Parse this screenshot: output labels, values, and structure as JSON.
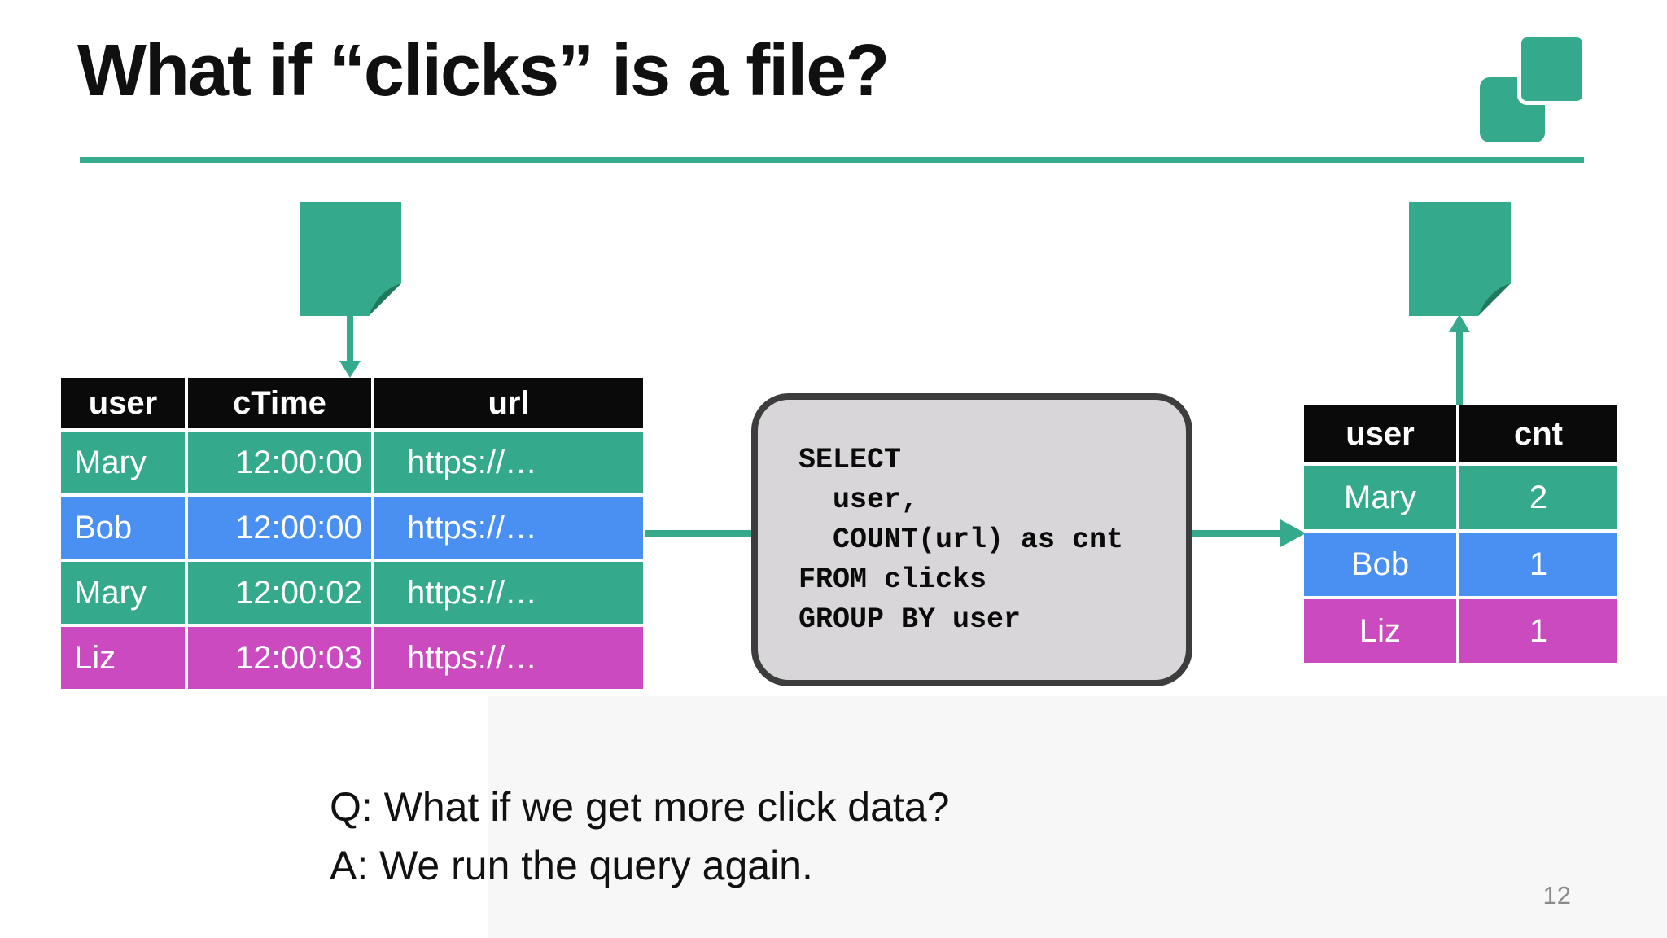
{
  "slide": {
    "title": "What if “clicks” is a file?",
    "question": "Q: What if we get more click data?",
    "answer": "A: We run the query again.",
    "page_number": "12"
  },
  "colors": {
    "teal": "#35a98c",
    "blue": "#4a90f2",
    "magenta": "#cc4ac0",
    "header_bg": "#0a0a0a",
    "fold_dark": "#20795f",
    "accent_line": "#35a98c",
    "sql_box_bg": "#d8d6d8",
    "sql_box_border": "#3d3d3d"
  },
  "icons": {
    "logo": "overlapping-squares-icon",
    "file_left": "file-icon",
    "file_right": "file-icon",
    "arrow_down": "arrow-down-icon",
    "arrow_up": "arrow-up-icon",
    "arrow_right": "arrow-right-icon"
  },
  "clicks_table": {
    "columns": [
      "user",
      "cTime",
      "url"
    ],
    "rows": [
      {
        "color": "teal",
        "cells": [
          "Mary",
          "12:00:00",
          "https://…"
        ]
      },
      {
        "color": "blue",
        "cells": [
          "Bob",
          "12:00:00",
          "https://…"
        ]
      },
      {
        "color": "teal",
        "cells": [
          "Mary",
          "12:00:02",
          "https://…"
        ]
      },
      {
        "color": "magenta",
        "cells": [
          "Liz",
          "12:00:03",
          "https://…"
        ]
      }
    ]
  },
  "result_table": {
    "columns": [
      "user",
      "cnt"
    ],
    "rows": [
      {
        "color": "teal",
        "cells": [
          "Mary",
          "2"
        ]
      },
      {
        "color": "blue",
        "cells": [
          "Bob",
          "1"
        ]
      },
      {
        "color": "magenta",
        "cells": [
          "Liz",
          "1"
        ]
      }
    ]
  },
  "sql_query": {
    "lines": [
      "SELECT",
      "  user,",
      "  COUNT(url) as cnt",
      "FROM clicks",
      "GROUP BY user"
    ]
  }
}
